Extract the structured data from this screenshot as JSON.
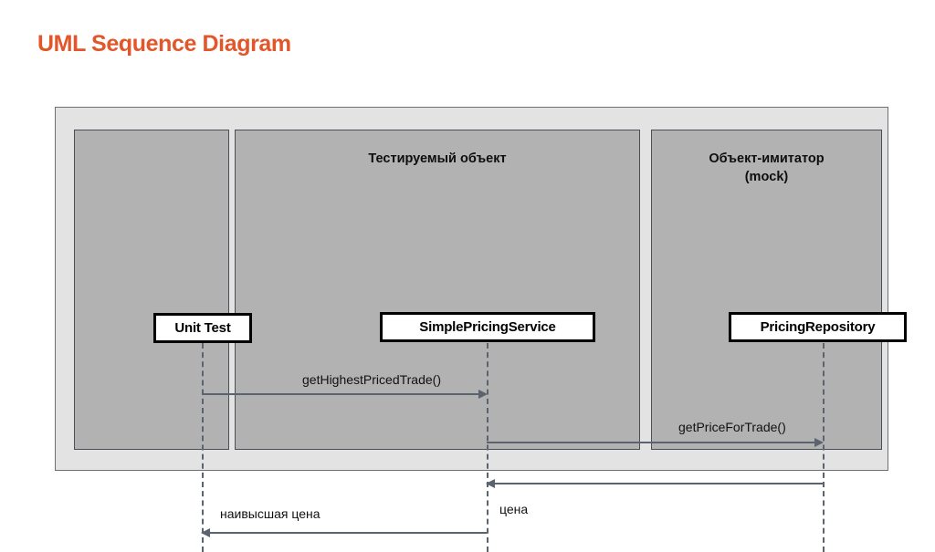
{
  "slide": {
    "title": "UML Sequence Diagram",
    "accent_color": "#e2562a"
  },
  "diagram": {
    "type": "uml-sequence",
    "background_color": "#e3e3e3",
    "panel_color": "#b2b2b2",
    "line_color": "#5b636e",
    "panels": [
      {
        "id": "unit",
        "caption": ""
      },
      {
        "id": "sut",
        "caption": "Тестируемый объект"
      },
      {
        "id": "mock",
        "caption": "Объект-имитатор\n(mock)"
      }
    ],
    "participants": [
      {
        "id": "unit",
        "label": "Unit Test"
      },
      {
        "id": "sut",
        "label": "SimplePricingService"
      },
      {
        "id": "mock",
        "label": "PricingRepository"
      }
    ],
    "messages": [
      {
        "order": 1,
        "label": "getHighestPricedTrade()",
        "from": "Unit Test",
        "to": "SimplePricingService",
        "direction": "right",
        "kind": "call"
      },
      {
        "order": 2,
        "label": "getPriceForTrade()",
        "from": "SimplePricingService",
        "to": "PricingRepository",
        "direction": "right",
        "kind": "call"
      },
      {
        "order": 3,
        "label": "цена",
        "from": "PricingRepository",
        "to": "SimplePricingService",
        "direction": "left",
        "kind": "return"
      },
      {
        "order": 4,
        "label": "наивысшая цена",
        "from": "SimplePricingService",
        "to": "Unit Test",
        "direction": "left",
        "kind": "return"
      }
    ]
  }
}
